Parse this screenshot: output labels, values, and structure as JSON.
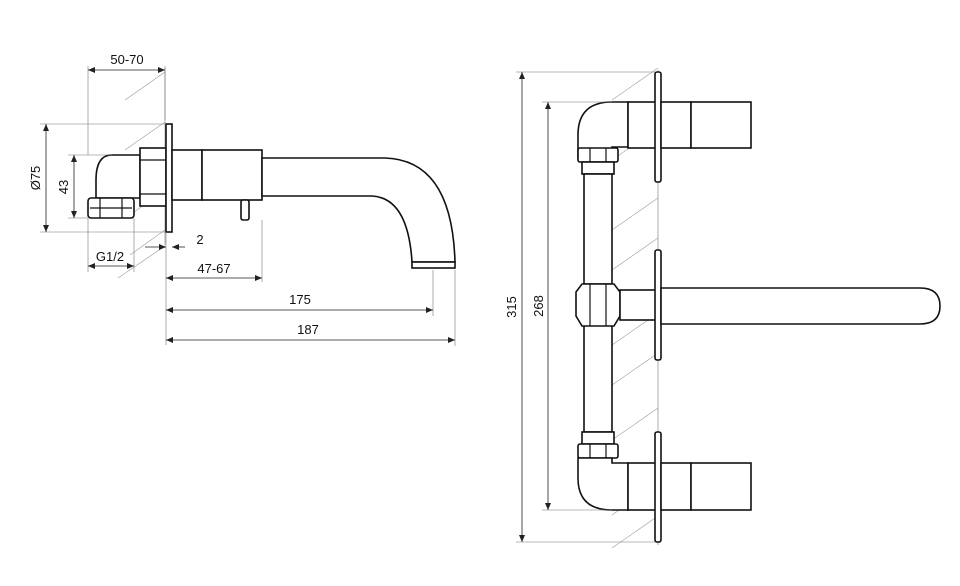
{
  "drawing": {
    "colors": {
      "line": "#111111",
      "dimension": "#222222",
      "hatch": "#9a9a9a",
      "background": "#ffffff"
    },
    "side_view": {
      "dim_wall_depth": "50-70",
      "dim_flange_diameter": "Ø75",
      "dim_body_height": "43",
      "dim_thread": "G1/2",
      "dim_gap": "2",
      "dim_lever_offset": "47-67",
      "dim_spout_reach": "175",
      "dim_overall_reach": "187"
    },
    "front_view": {
      "dim_overall_height": "315",
      "dim_handle_spacing": "268"
    }
  }
}
